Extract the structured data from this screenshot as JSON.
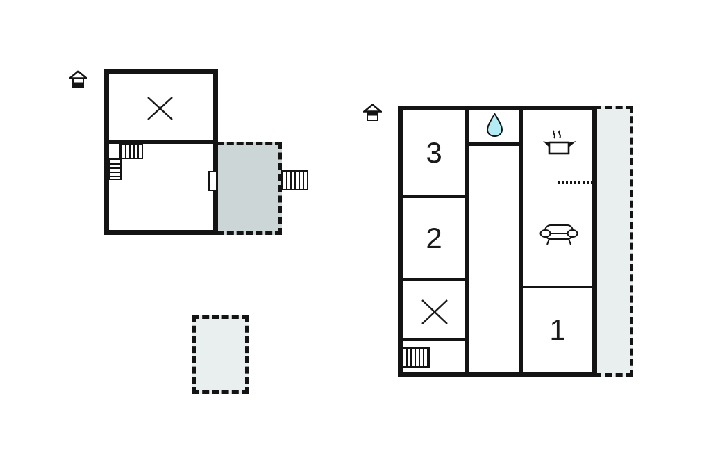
{
  "diagram": {
    "type": "floor-plan",
    "background": "#ffffff"
  },
  "colors": {
    "wall": "#141414",
    "text": "#1a1a1a",
    "covered_terrace_fill": "#ccd6d6",
    "open_terrace_fill": "#e9eeee",
    "water_drop_fill": "#b3ecf4"
  },
  "upper_floor": {
    "indicator_icon": "house-floor-indicator-lower-filled",
    "symbols": {
      "window_cross": "x-cross",
      "interior_stairs": "stairs",
      "exterior_stairs": "stairs",
      "door": "door"
    },
    "terrace": {
      "style": "covered",
      "fill": "#ccd6d6"
    }
  },
  "ground_floor": {
    "indicator_icon": "house-floor-indicator-upper-filled",
    "rooms": {
      "bedroom3": {
        "label": "3"
      },
      "bedroom2": {
        "label": "2"
      },
      "bedroom1": {
        "label": "1"
      },
      "utility": {
        "symbol": "x-cross"
      },
      "bathroom": {
        "icon": "water-drop"
      },
      "kitchen": {
        "icon": "cooking-pot",
        "counter_symbol": "dotted-line"
      },
      "living_room": {
        "icon": "sofa"
      },
      "stairs": {
        "icon": "stairs"
      }
    },
    "terrace": {
      "style": "open",
      "fill": "#e9eeee"
    }
  },
  "detached_terrace": {
    "style": "open",
    "fill": "#e9eeee"
  }
}
